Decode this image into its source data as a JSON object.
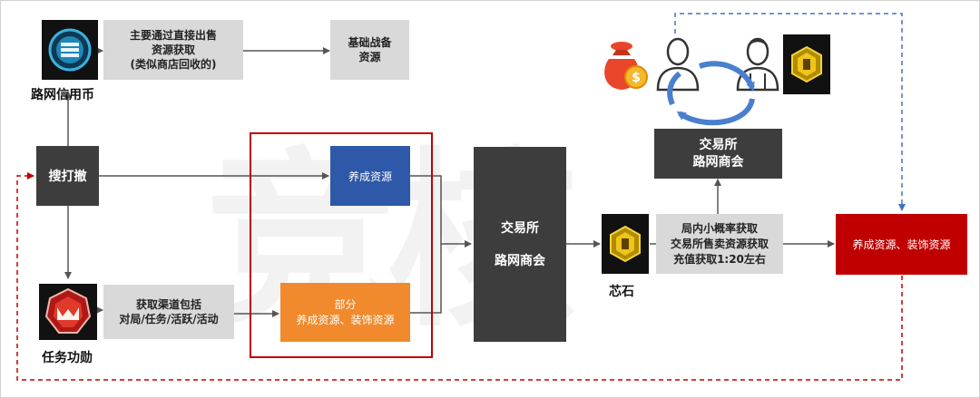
{
  "watermark": {
    "text": "竞核",
    "color": "#e6e6e6"
  },
  "labels": {
    "credit_coin": "路网信用币",
    "merit": "任务功勋",
    "core_stone": "芯石"
  },
  "boxes": {
    "sell_note": "主要通过直接出售\n资源获取\n(类似商店回收的)",
    "basic_supplies": "基础战备\n资源",
    "search": "搜打撤",
    "nurture": "养成资源",
    "channels": "获取渠道包括\n对局/任务/活跃/活动",
    "partial": "部分\n养成资源、装饰资源",
    "exchange_main": "交易所\n\n路网商会",
    "exchange_top": "交易所\n路网商会",
    "acquire_note": "局内小概率获取\n交易所售卖资源获取\n充值获取1:20左右",
    "result": "养成资源、装饰资源"
  },
  "icons": {
    "credit_coin": "credit-coin-icon",
    "merit": "merit-badge-icon",
    "core_stone": "core-stone-icon",
    "money_bag": "money-bag-icon",
    "user_a": "user-silhouette-icon",
    "user_b": "user-outline-icon",
    "trade_cycle": "trade-cycle-arrows-icon"
  },
  "colors": {
    "dark_box": "#3d3d3d",
    "grey_box": "#d9d9d9",
    "blue_box": "#2e58a8",
    "orange_box": "#f08a2c",
    "red_box": "#c00000",
    "red_frame": "#c00000",
    "dashed_red": "#c00000",
    "dashed_blue": "#4472c4",
    "arrow": "#555555"
  }
}
